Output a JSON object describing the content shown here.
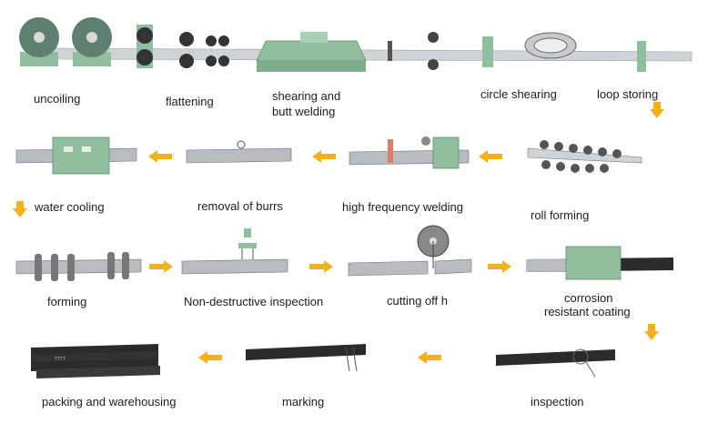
{
  "labels": {
    "uncoiling": "uncoiling",
    "flattening": "flattening",
    "shearing_line1": "shearing and",
    "shearing_line2": "butt welding",
    "circle_shearing": "circle shearing",
    "loop_storing": "loop storing",
    "water_cooling": "water cooling",
    "removal_of_burrs": "removal of burrs",
    "high_frequency_welding": "high frequency welding",
    "roll_forming": "roll forming",
    "forming": "forming",
    "ndt": "Non-destructive inspection",
    "cutting_off": "cutting off h",
    "coating_line1": "corrosion",
    "coating_line2": "resistant coating",
    "packing": "packing and warehousing",
    "marking": "marking",
    "inspection": "inspection"
  },
  "colors": {
    "arrow": "#f2b21c",
    "machine_green": "#8fbf9f",
    "steel": "#b8bcc0",
    "steel_dark": "#5e6266",
    "pipe_black": "#2b2b2b"
  }
}
